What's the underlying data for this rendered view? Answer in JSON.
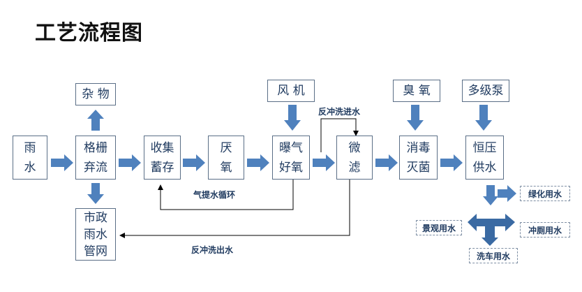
{
  "title": "工艺流程图",
  "nodes": {
    "rain": "雨\n水",
    "grille": "格栅\n弃流",
    "collect": "收集\n蓄存",
    "anaerobic": "厌\n氧",
    "aeration": "曝气\n好氧",
    "micro": "微\n滤",
    "disinfect": "消毒\n灭菌",
    "supply": "恒压\n供水",
    "debris": "杂 物",
    "fan": "风 机",
    "ozone": "臭 氧",
    "pump": "多级泵",
    "municipal": "市政\n雨水\n管网"
  },
  "uses": {
    "green": "绿化用水",
    "landscape": "景观用水",
    "toilet": "冲厕用水",
    "carwash": "洗车用水"
  },
  "labels": {
    "backwash_in": "反冲洗进水",
    "air_lift": "气提水循环",
    "backwash_out": "反冲洗出水"
  },
  "colors": {
    "arrow": "#4f81bd",
    "arrow_dark": "#3a6aa3",
    "text": "#1f3a5f",
    "border": "#5a6e86"
  }
}
